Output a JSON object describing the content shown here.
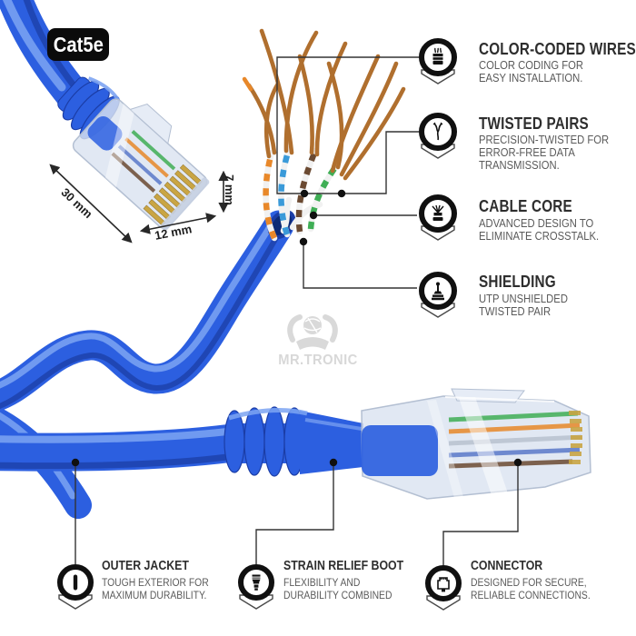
{
  "badge": {
    "label": "Cat5e"
  },
  "watermark": {
    "brand": "MR.TRONIC"
  },
  "dimensions": {
    "length_label": "30 mm",
    "width_label": "12 mm",
    "height_label": "7 mm"
  },
  "callouts": {
    "right": [
      {
        "icon": "color-coded-wires-icon",
        "title": "COLOR-CODED WIRES",
        "lines": [
          "COLOR CODING FOR",
          "EASY INSTALLATION."
        ]
      },
      {
        "icon": "twisted-pairs-icon",
        "title": "TWISTED PAIRS",
        "lines": [
          "PRECISION-TWISTED FOR",
          "ERROR-FREE DATA",
          "TRANSMISSION."
        ]
      },
      {
        "icon": "cable-core-icon",
        "title": "CABLE CORE",
        "lines": [
          "ADVANCED DESIGN TO",
          "ELIMINATE CROSSTALK."
        ]
      },
      {
        "icon": "shielding-icon",
        "title": "SHIELDING",
        "lines": [
          "UTP UNSHIELDED",
          "TWISTED PAIR"
        ]
      }
    ],
    "bottom": [
      {
        "icon": "outer-jacket-icon",
        "title": "OUTER JACKET",
        "lines": [
          "TOUGH EXTERIOR FOR",
          "MAXIMUM DURABILITY."
        ]
      },
      {
        "icon": "strain-relief-boot-icon",
        "title": "STRAIN RELIEF BOOT",
        "lines": [
          "FLEXIBILITY AND",
          "DURABILITY COMBINED"
        ]
      },
      {
        "icon": "connector-icon",
        "title": "CONNECTOR",
        "lines": [
          "DESIGNED FOR SECURE,",
          "RELIABLE CONNECTIONS."
        ]
      }
    ]
  },
  "colors": {
    "cable_blue": "#2c5fe0",
    "cable_dark": "#1b3da6",
    "cable_light": "#7da4f2",
    "copper": "#b06f2e",
    "wire_orange": "#e8882a",
    "wire_blue": "#3a9ad9",
    "wire_green": "#3fae55",
    "wire_brown": "#6b4a32",
    "gold": "#c9a544",
    "line": "#333333",
    "text_dark": "#2e2e2e",
    "text_gray": "#5a5a5a",
    "badge_bg": "#0b0b0b",
    "watermark": "#d8d8d8"
  }
}
